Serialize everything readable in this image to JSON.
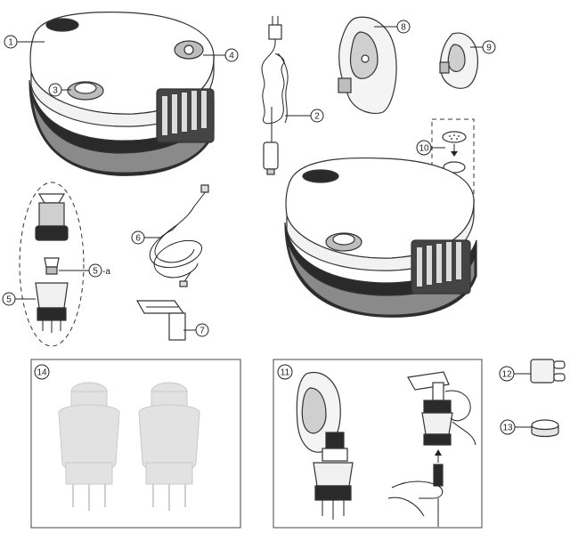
{
  "callouts": {
    "c1": "1",
    "c2": "2",
    "c3": "3",
    "c4": "4",
    "c5": "5",
    "c5a": "5",
    "c5a_suffix": "-a",
    "c6": "6",
    "c7": "7",
    "c8": "8",
    "c9": "9",
    "c10": "10",
    "c11": "11",
    "c12": "12",
    "c13": "13",
    "c14": "14"
  },
  "parts": {
    "p1": "compressor-unit",
    "p2": "power-cord",
    "p3": "cup-holder",
    "p4": "filter-cover",
    "p5": "nebulizer-kit",
    "p6": "air-tubing",
    "p7": "mouthpiece",
    "p8": "adult-mask",
    "p9": "child-mask",
    "p10": "filter-replacement",
    "p11": "assembly-panel",
    "p12": "tubing-connector",
    "p13": "spare-filter",
    "p14": "nebulizer-cups-panel"
  }
}
